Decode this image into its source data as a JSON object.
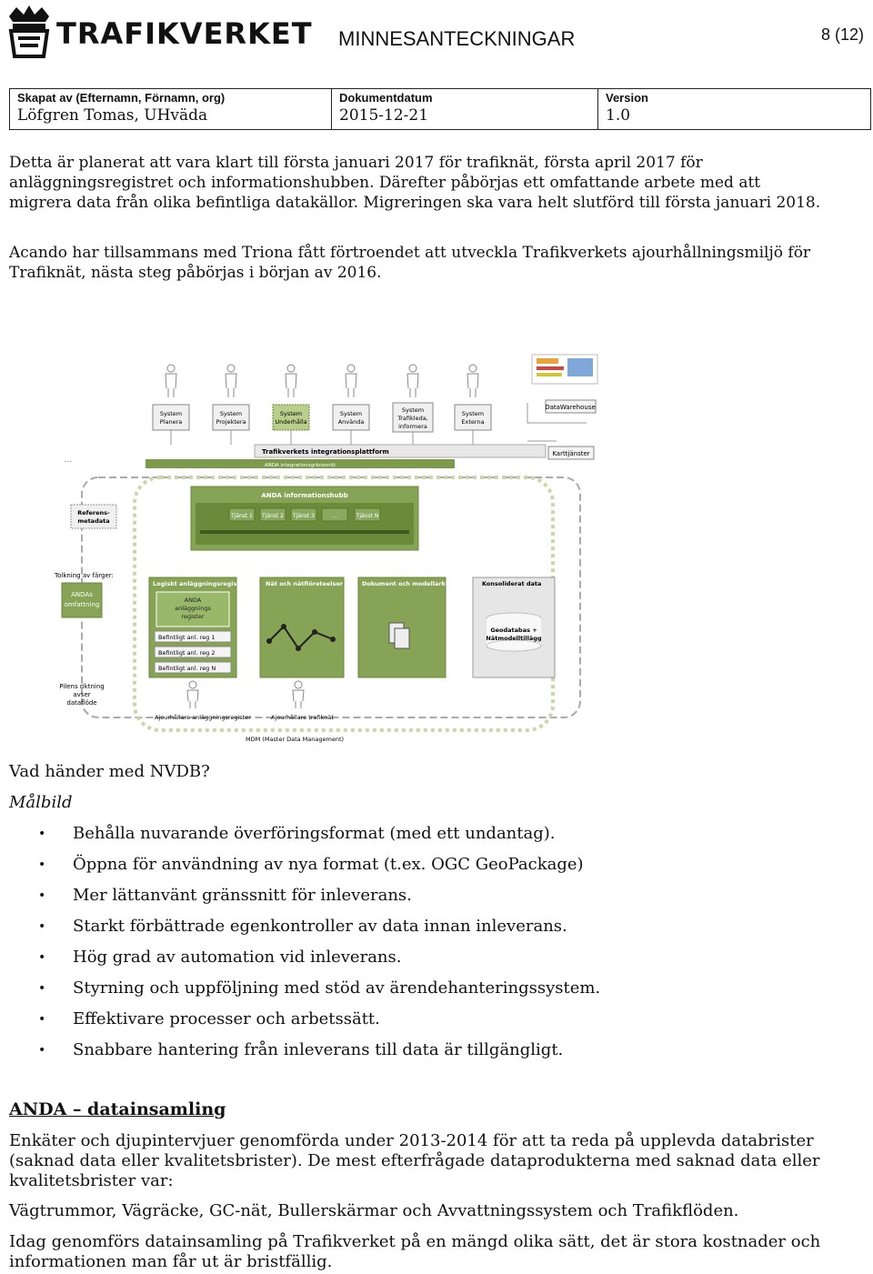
{
  "header": {
    "logo_text": "TRAFIKVERKET",
    "doc_type": "MINNESANTECKNINGAR",
    "page": "8 (12)"
  },
  "meta": {
    "author_label": "Skapat av (Efternamn, Förnamn, org)",
    "author_value": "Löfgren Tomas, UHväda",
    "date_label": "Dokumentdatum",
    "date_value": "2015-12-21",
    "version_label": "Version",
    "version_value": "1.0"
  },
  "body": {
    "para1": "Detta är planerat att vara klart till första januari 2017 för trafiknät, första april 2017 för anläggningsregistret och informationshubben. Därefter påbörjas ett omfattande arbete med att migrera data från olika befintliga datakällor. Migreringen ska vara helt slutförd till första januari 2018.",
    "para2": "Acando har tillsammans med Triona fått förtroendet att utveckla Trafikverkets ajourhållningsmiljö för Trafiknät, nästa steg påbörjas i början av 2016.",
    "nvdb_heading": "Vad händer med NVDB?",
    "malbild": "Målbild",
    "bullets": [
      "Behålla nuvarande överföringsformat (med ett undantag).",
      "Öppna för användning av nya format (t.ex. OGC GeoPackage)",
      "Mer lättanvänt gränssnitt för inleverans.",
      "Starkt förbättrade egenkontroller av data innan inleverans.",
      "Hög grad av automation vid inleverans.",
      "Styrning och uppföljning med stöd av ärendehanteringssystem.",
      "Effektivare processer och arbetssätt.",
      "Snabbare hantering från inleverans till data är tillgängligt."
    ],
    "anda_title": "ANDA – datainsamling",
    "para3": "Enkäter och djupintervjuer genomförda under 2013-2014 för att ta reda på upplevda databrister (saknad data eller kvalitetsbrister). De mest efterfrågade dataprodukterna med saknad data eller kvalitetsbrister var:",
    "para4": "Vägtrummor, Vägräcke, GC-nät, Bullerskärmar och Avvattningssystem och Trafikflöden.",
    "para5": "Idag genomförs datainsamling på Trafikverket på en mängd olika sätt, det är stora kostnader och informationen man får ut är bristfällig."
  },
  "diagram": {
    "systems": [
      [
        "System",
        "Planera"
      ],
      [
        "System",
        "Projektera"
      ],
      [
        "System",
        "Underhålla"
      ],
      [
        "System",
        "Använda"
      ],
      [
        "System",
        "Trafikleda,",
        "informera"
      ],
      [
        "System",
        "Externa"
      ]
    ],
    "integration": "Trafikverkets integrationsplattform",
    "anda_grans": "ANDA integrationsgränssnitt",
    "datawarehouse": "DataWarehouse",
    "karttjanster": "Karttjänster",
    "referens": [
      "Referens-",
      "metadata"
    ],
    "hub": "ANDA informationshubb",
    "tjanster": [
      "Tjänst 1",
      "Tjänst 2",
      "Tjänst 3",
      "...",
      "Tjänst N"
    ],
    "tolkning": "Tolkning av färger:",
    "andas": [
      "ANDAs",
      "omfattning"
    ],
    "logiskt": "Logiskt anläggningsregister",
    "anda_reg": [
      "ANDA",
      "anläggnings",
      "register"
    ],
    "befintliga": [
      "Befintligt anl. reg 1",
      "Befintligt anl. reg 2",
      "Befintligt anl. reg N"
    ],
    "nat": "Nät och nätfiöreteelser",
    "dokument": "Dokument och modellarkiv",
    "konsoliderat": "Konsoliderat data",
    "geodatabas": [
      "Geodatabas +",
      "Nätmodelltillägg"
    ],
    "pilens": [
      "Pilens riktning",
      "avser",
      "dataflöde"
    ],
    "ajour1": "Ajourhållare anläggningsregister",
    "ajour2": "Ajourhållare trafiknät",
    "mdm": "MDM (Master Data Management)"
  }
}
